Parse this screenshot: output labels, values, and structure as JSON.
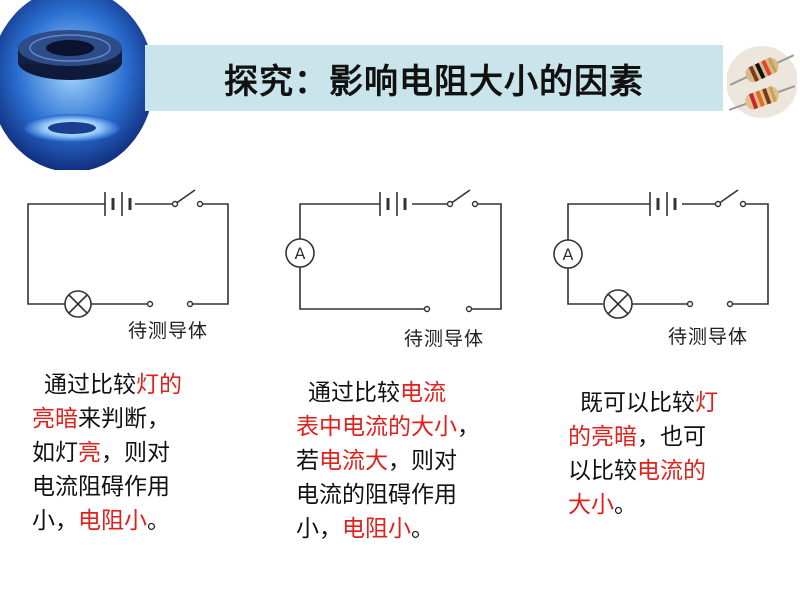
{
  "title": "探究：影响电阻大小的因素",
  "colors": {
    "accent_red": "#e0201b",
    "banner": "#c9e4ea"
  },
  "images": {
    "logo": "glowing-ring-disc-image",
    "resistors": "color-band-resistors-image"
  },
  "circuits": [
    {
      "label": "待测导体",
      "has_ammeter": false,
      "has_lamp": true
    },
    {
      "label": "待测导体",
      "has_ammeter": true,
      "has_lamp": false,
      "ammeter_symbol": "A"
    },
    {
      "label": "待测导体",
      "has_ammeter": true,
      "has_lamp": true,
      "ammeter_symbol": "A"
    }
  ],
  "descriptions": [
    {
      "lines": [
        [
          {
            "text": "通过比较",
            "red": false
          },
          {
            "text": "灯的",
            "red": true
          }
        ],
        [
          {
            "text": "亮暗",
            "red": true
          },
          {
            "text": "来判断，",
            "red": false
          }
        ],
        [
          {
            "text": "如灯",
            "red": false
          },
          {
            "text": "亮",
            "red": true
          },
          {
            "text": "，则对",
            "red": false
          }
        ],
        [
          {
            "text": "电流阻碍作用",
            "red": false
          }
        ],
        [
          {
            "text": "小，",
            "red": false
          },
          {
            "text": "电阻小",
            "red": true
          },
          {
            "text": "。",
            "red": false
          }
        ]
      ]
    },
    {
      "lines": [
        [
          {
            "text": "通过比较",
            "red": false
          },
          {
            "text": "电流",
            "red": true
          }
        ],
        [
          {
            "text": "表中电流的大小",
            "red": true
          },
          {
            "text": "，",
            "red": false
          }
        ],
        [
          {
            "text": "若",
            "red": false
          },
          {
            "text": "电流大",
            "red": true
          },
          {
            "text": "，则对",
            "red": false
          }
        ],
        [
          {
            "text": "电流的阻碍作用",
            "red": false
          }
        ],
        [
          {
            "text": "小，",
            "red": false
          },
          {
            "text": "电阻小",
            "red": true
          },
          {
            "text": "。",
            "red": false
          }
        ]
      ]
    },
    {
      "lines": [
        [
          {
            "text": "既可以比较",
            "red": false
          },
          {
            "text": "灯",
            "red": true
          }
        ],
        [
          {
            "text": "的亮暗",
            "red": true
          },
          {
            "text": "，也可",
            "red": false
          }
        ],
        [
          {
            "text": "以比较",
            "red": false
          },
          {
            "text": "电流的",
            "red": true
          }
        ],
        [
          {
            "text": "大小",
            "red": true
          },
          {
            "text": "。",
            "red": false
          }
        ]
      ]
    }
  ]
}
